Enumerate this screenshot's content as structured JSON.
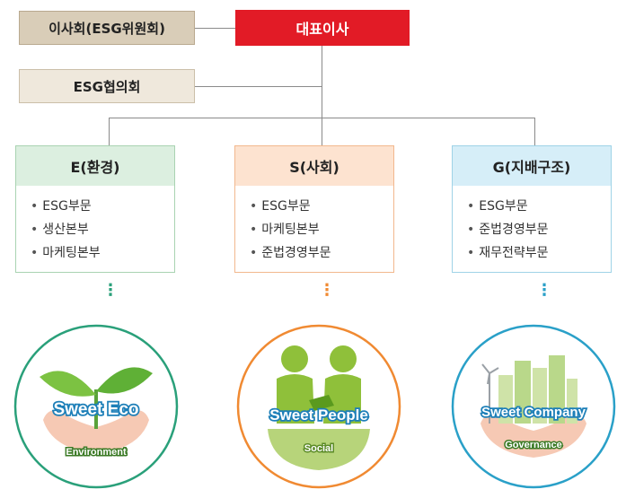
{
  "board": {
    "label": "이사회(ESG위원회)"
  },
  "council": {
    "label": "ESG협의회"
  },
  "ceo": {
    "label": "대표이사"
  },
  "colors": {
    "ceo": "#e21b26",
    "environment": "#2aa07a",
    "social": "#f08a32",
    "governance": "#2aa0c8"
  },
  "panels": [
    {
      "title": "E(환경)",
      "items": [
        "ESG부문",
        "생산본부",
        "마케팅본부"
      ]
    },
    {
      "title": "S(사회)",
      "items": [
        "ESG부문",
        "마케팅본부",
        "준법경영부문"
      ]
    },
    {
      "title": "G(지배구조)",
      "items": [
        "ESG부문",
        "준법경영부문",
        "재무전략부문"
      ]
    }
  ],
  "emblems": [
    {
      "title": "Sweet Eco",
      "subtitle": "Environment",
      "icon": "sprout-in-hands-icon"
    },
    {
      "title": "Sweet People",
      "subtitle": "Social",
      "icon": "handshake-people-icon"
    },
    {
      "title": "Sweet Company",
      "subtitle": "Governance",
      "icon": "city-in-hands-icon"
    }
  ]
}
